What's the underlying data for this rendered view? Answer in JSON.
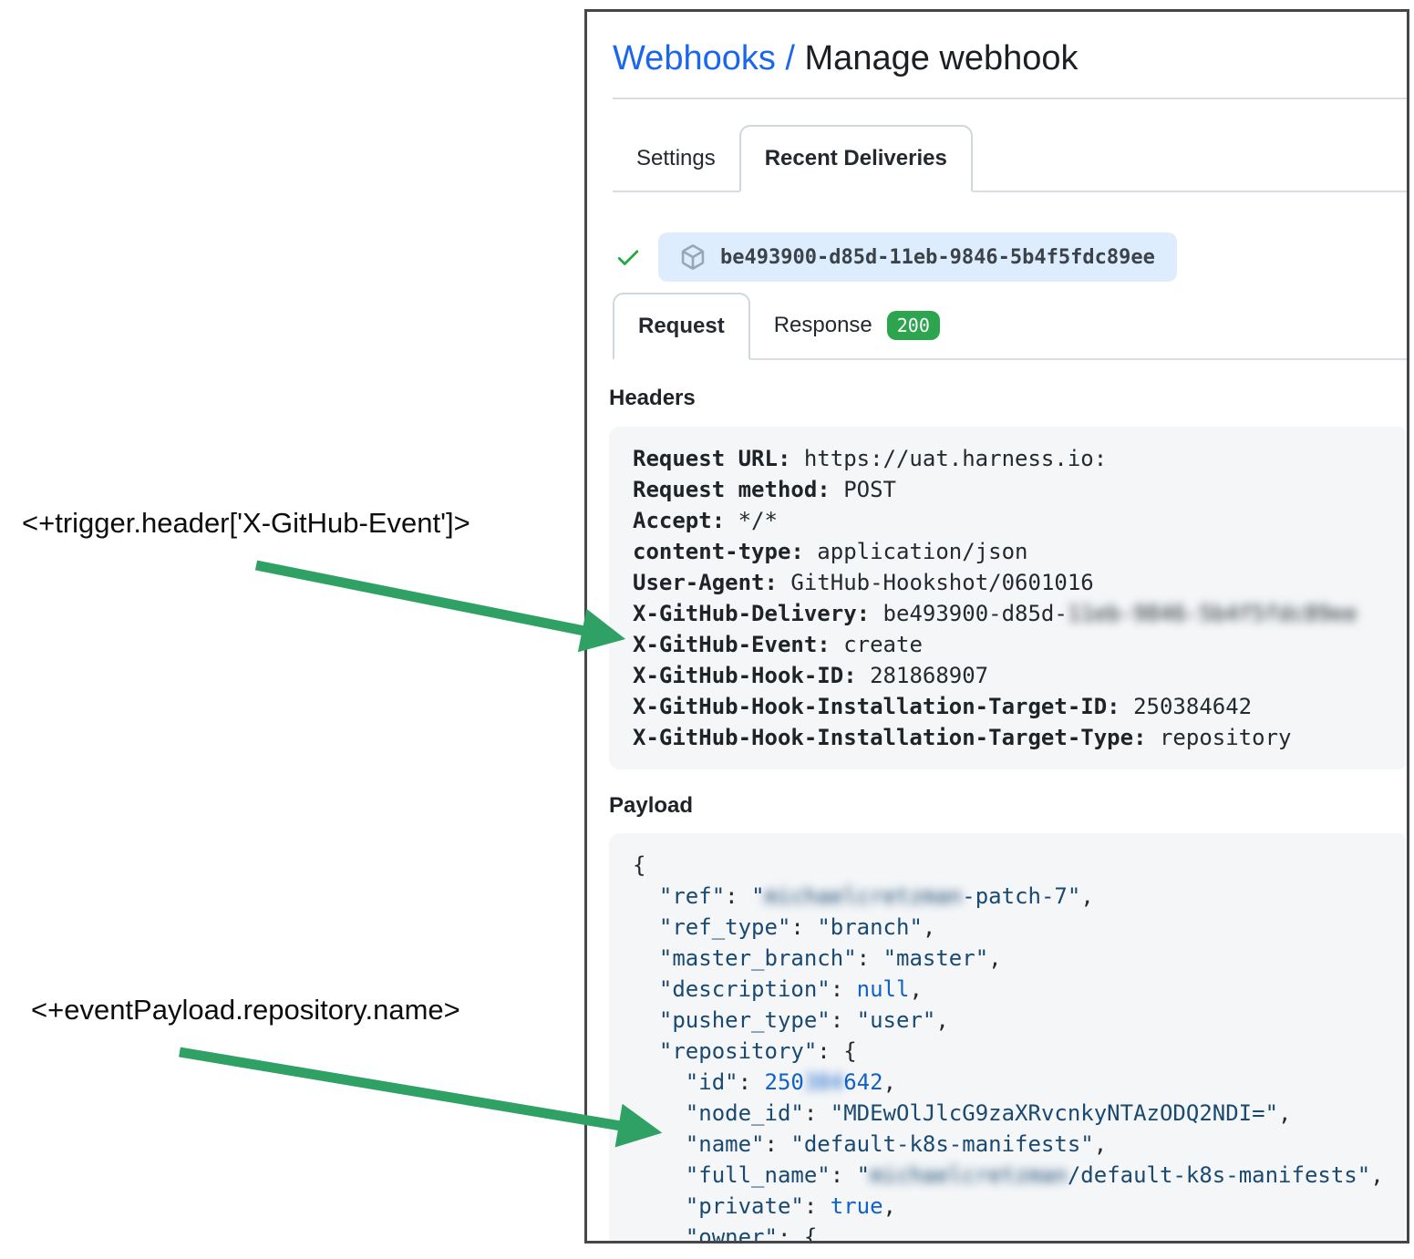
{
  "annotations": {
    "trigger_header": "<+trigger.header['X-GitHub-Event']>",
    "event_payload": "<+eventPayload.repository.name>"
  },
  "panel": {
    "breadcrumb": "Webhooks /",
    "title": "Manage webhook",
    "tabs": {
      "settings": "Settings",
      "recent_deliveries": "Recent Deliveries"
    },
    "delivery": {
      "guid": "be493900-d85d-11eb-9846-5b4f5fdc89ee"
    },
    "subtabs": {
      "request": "Request",
      "response": "Response",
      "status": "200"
    },
    "headers_heading": "Headers",
    "payload_heading": "Payload",
    "request_headers": [
      {
        "label": "Request URL:",
        "value": "https://uat.harness.io:"
      },
      {
        "label": "Request method:",
        "value": "POST"
      },
      {
        "label": "Accept:",
        "value": "*/*"
      },
      {
        "label": "content-type:",
        "value": "application/json"
      },
      {
        "label": "User-Agent:",
        "value": "GitHub-Hookshot/0601016"
      },
      {
        "label": "X-GitHub-Delivery:",
        "value": "be493900-d85d-",
        "blurred": "11eb-9846-5b4f5fdc89ee"
      },
      {
        "label": "X-GitHub-Event:",
        "value": "create"
      },
      {
        "label": "X-GitHub-Hook-ID:",
        "value": "281868907"
      },
      {
        "label": "X-GitHub-Hook-Installation-Target-ID:",
        "value": "250384642"
      },
      {
        "label": "X-GitHub-Hook-Installation-Target-Type:",
        "value": "repository"
      }
    ],
    "payload_lines": [
      [
        {
          "t": "p",
          "s": "{"
        }
      ],
      [
        {
          "t": "p",
          "s": "  "
        },
        {
          "t": "k",
          "s": "\"ref\""
        },
        {
          "t": "p",
          "s": ": "
        },
        {
          "t": "s",
          "s": "\""
        },
        {
          "t": "b",
          "s": "michaelcretzman"
        },
        {
          "t": "s",
          "s": "-patch-7\""
        },
        {
          "t": "p",
          "s": ","
        }
      ],
      [
        {
          "t": "p",
          "s": "  "
        },
        {
          "t": "k",
          "s": "\"ref_type\""
        },
        {
          "t": "p",
          "s": ": "
        },
        {
          "t": "s",
          "s": "\"branch\""
        },
        {
          "t": "p",
          "s": ","
        }
      ],
      [
        {
          "t": "p",
          "s": "  "
        },
        {
          "t": "k",
          "s": "\"master_branch\""
        },
        {
          "t": "p",
          "s": ": "
        },
        {
          "t": "s",
          "s": "\"master\""
        },
        {
          "t": "p",
          "s": ","
        }
      ],
      [
        {
          "t": "p",
          "s": "  "
        },
        {
          "t": "k",
          "s": "\"description\""
        },
        {
          "t": "p",
          "s": ": "
        },
        {
          "t": "n",
          "s": "null"
        },
        {
          "t": "p",
          "s": ","
        }
      ],
      [
        {
          "t": "p",
          "s": "  "
        },
        {
          "t": "k",
          "s": "\"pusher_type\""
        },
        {
          "t": "p",
          "s": ": "
        },
        {
          "t": "s",
          "s": "\"user\""
        },
        {
          "t": "p",
          "s": ","
        }
      ],
      [
        {
          "t": "p",
          "s": "  "
        },
        {
          "t": "k",
          "s": "\"repository\""
        },
        {
          "t": "p",
          "s": ": {"
        }
      ],
      [
        {
          "t": "p",
          "s": "    "
        },
        {
          "t": "k",
          "s": "\"id\""
        },
        {
          "t": "p",
          "s": ": "
        },
        {
          "t": "n",
          "s": "250"
        },
        {
          "t": "nb",
          "s": "384"
        },
        {
          "t": "n",
          "s": "642"
        },
        {
          "t": "p",
          "s": ","
        }
      ],
      [
        {
          "t": "p",
          "s": "    "
        },
        {
          "t": "k",
          "s": "\"node_id\""
        },
        {
          "t": "p",
          "s": ": "
        },
        {
          "t": "s",
          "s": "\"MDEwOlJlcG9zaXRvcnkyNTAzODQ2NDI=\""
        },
        {
          "t": "p",
          "s": ","
        }
      ],
      [
        {
          "t": "p",
          "s": "    "
        },
        {
          "t": "k",
          "s": "\"name\""
        },
        {
          "t": "p",
          "s": ": "
        },
        {
          "t": "s",
          "s": "\"default-k8s-manifests\""
        },
        {
          "t": "p",
          "s": ","
        }
      ],
      [
        {
          "t": "p",
          "s": "    "
        },
        {
          "t": "k",
          "s": "\"full_name\""
        },
        {
          "t": "p",
          "s": ": "
        },
        {
          "t": "s",
          "s": "\""
        },
        {
          "t": "b",
          "s": "michaelcretzman"
        },
        {
          "t": "s",
          "s": "/default-k8s-manifests\""
        },
        {
          "t": "p",
          "s": ","
        }
      ],
      [
        {
          "t": "p",
          "s": "    "
        },
        {
          "t": "k",
          "s": "\"private\""
        },
        {
          "t": "p",
          "s": ": "
        },
        {
          "t": "n",
          "s": "true"
        },
        {
          "t": "p",
          "s": ","
        }
      ],
      [
        {
          "t": "p",
          "s": "    "
        },
        {
          "t": "k",
          "s": "\"owner\""
        },
        {
          "t": "p",
          "s": ": {"
        }
      ]
    ]
  },
  "colors": {
    "link_blue": "#1a67ec",
    "check_green": "#28a745",
    "badge_green": "#2da44e",
    "arrow_green": "#30a164",
    "pill_blue": "#ddedfd",
    "json_navy": "#1a4971",
    "json_blue": "#1261c9"
  }
}
